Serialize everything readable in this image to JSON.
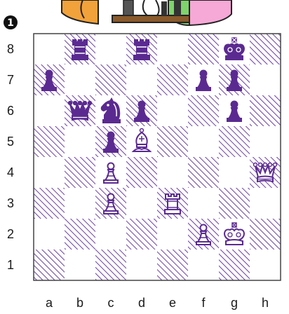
{
  "puzzle": {
    "number": "1"
  },
  "board": {
    "files": [
      "a",
      "b",
      "c",
      "d",
      "e",
      "f",
      "g",
      "h"
    ],
    "ranks": [
      "8",
      "7",
      "6",
      "5",
      "4",
      "3",
      "2",
      "1"
    ],
    "light_color": "#ffffff",
    "dark_hatch_color": "#6a3fa8",
    "piece_color": "#5b2a91",
    "pieces": [
      {
        "square": "b8",
        "color": "black",
        "type": "rook"
      },
      {
        "square": "d8",
        "color": "black",
        "type": "rook"
      },
      {
        "square": "g8",
        "color": "black",
        "type": "king"
      },
      {
        "square": "a7",
        "color": "black",
        "type": "pawn"
      },
      {
        "square": "f7",
        "color": "black",
        "type": "pawn"
      },
      {
        "square": "g7",
        "color": "black",
        "type": "pawn"
      },
      {
        "square": "b6",
        "color": "black",
        "type": "queen"
      },
      {
        "square": "c6",
        "color": "black",
        "type": "knight"
      },
      {
        "square": "d6",
        "color": "black",
        "type": "pawn"
      },
      {
        "square": "g6",
        "color": "black",
        "type": "pawn"
      },
      {
        "square": "c5",
        "color": "black",
        "type": "pawn"
      },
      {
        "square": "d5",
        "color": "white",
        "type": "bishop"
      },
      {
        "square": "c4",
        "color": "white",
        "type": "pawn"
      },
      {
        "square": "h4",
        "color": "white",
        "type": "queen"
      },
      {
        "square": "c3",
        "color": "white",
        "type": "pawn"
      },
      {
        "square": "e3",
        "color": "white",
        "type": "rook"
      },
      {
        "square": "f2",
        "color": "white",
        "type": "pawn"
      },
      {
        "square": "g2",
        "color": "white",
        "type": "king"
      }
    ]
  }
}
